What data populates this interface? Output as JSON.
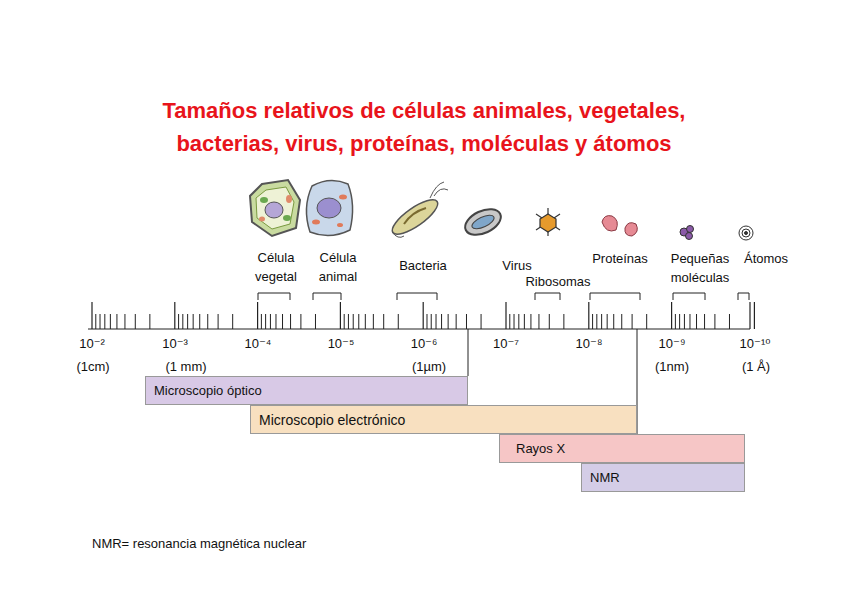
{
  "diagram": {
    "title": "Tamaños relativos de células animales, vegetales, bacterias, virus, proteínas, moléculas y átomos",
    "nodes": [
      {
        "text": [
          "Microscopio óptico"
        ]
      },
      {
        "text": [
          "Microscopio electrónico"
        ]
      },
      {
        "text": [
          "Rayos X"
        ]
      },
      {
        "text": [
          "NMR"
        ]
      }
    ],
    "labels": [
      "Célula vegetal",
      "Célula animal",
      "Bacteria",
      "Virus",
      "Ribosomas",
      "Proteínas",
      "Pequeñas moléculas",
      "Átomos",
      "10⁻²",
      "10⁻³",
      "10⁻⁴",
      "10⁻⁵",
      "10⁻⁶",
      "10⁻⁷",
      "10⁻⁸",
      "10⁻⁹",
      "10⁻¹⁰",
      "(1cm)",
      "(1 mm)",
      "(1µm)",
      "(1nm)",
      "(1 Å)",
      "NMR= resonancia magnética nuclear"
    ]
  }
}
